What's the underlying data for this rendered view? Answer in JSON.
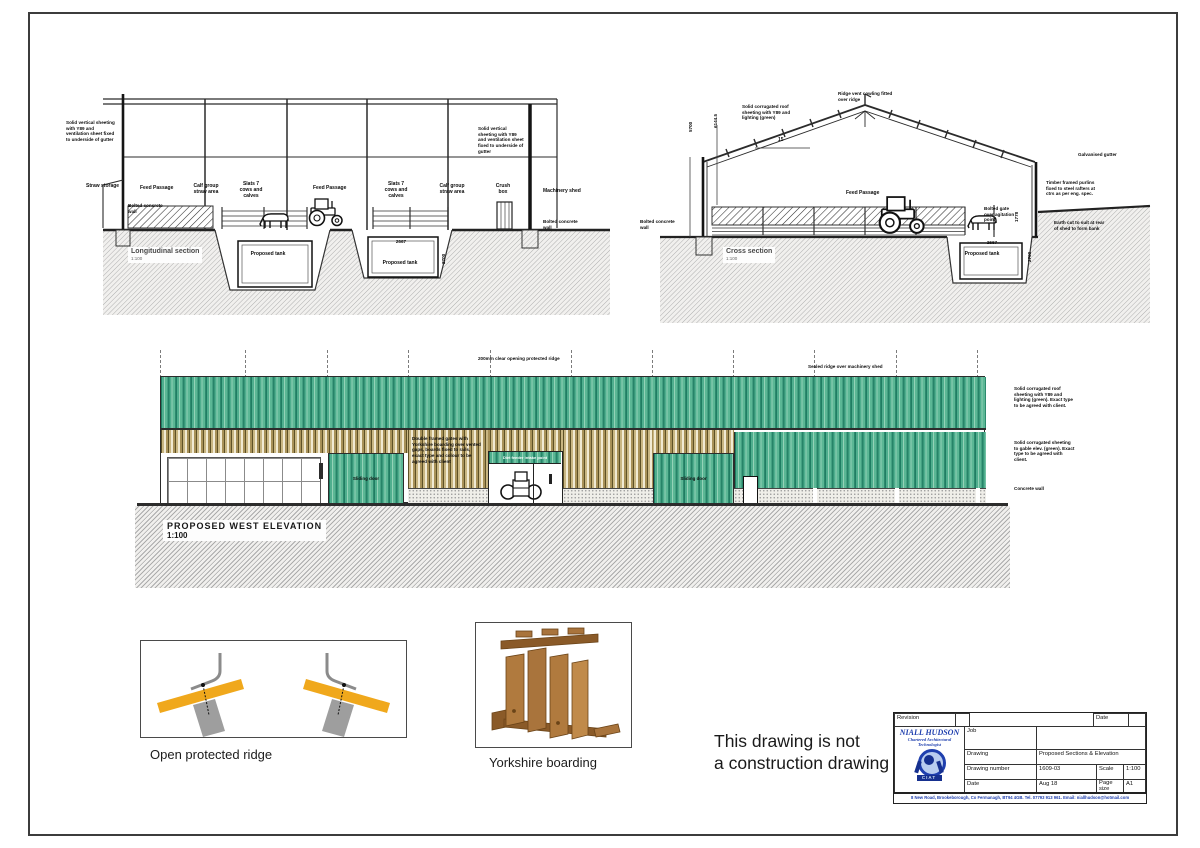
{
  "long_section": {
    "name": "Longitudinal section",
    "scale": "1:100",
    "note_left": "Solid vertical sheeting with Y89 and ventilation sheet fixed to underside of gutter",
    "note_right": "Solid vertical sheeting with Y89 and ventilation sheet fixed to underside of gutter",
    "labels": {
      "straw_storage": "Straw storage",
      "feed_passage_1": "Feed Passage",
      "calf_group_1": "Calf group straw area",
      "slats_1": "Slats 7 cows and calves",
      "feed_passage_2": "Feed Passage",
      "slats_2": "Slats 7 cows and calves",
      "calf_group_2": "Calf group straw area",
      "crush": "Crush box",
      "machinery_shed": "Machinery shed",
      "concrete_wall_1": "Bolted concrete wall",
      "concrete_wall_2": "Bolted concrete wall",
      "tank_1": "Proposed tank",
      "tank_2": "Proposed tank",
      "tank_width": "2667",
      "tank_depth": "2700"
    }
  },
  "cross_section": {
    "name": "Cross section",
    "scale": "1:100",
    "labels": {
      "feed_passage": "Feed Passage",
      "tank": "Proposed tank",
      "tank_width": "2667",
      "tank_depth": "2700",
      "gate_height": "1778",
      "wall_height": "5700",
      "eaves_height": "6144.5",
      "roof_pitch": "15",
      "concrete_wall": "Bolted concrete wall",
      "bolted_gate": "Bolted gate over agitation point"
    },
    "notes": {
      "roof": "Solid corrugated roof sheeting with Y89 and lighting (green)",
      "ridge": "Ridge vent cowling fitted over ridge",
      "gutter": "Galvanised gutter",
      "purlins": "Timber framed purlins fixed to steel rafters at ctrs as per eng. spec.",
      "earth": "Earth cut to suit at rear of shed to form bank"
    }
  },
  "elevation": {
    "title": "PROPOSED WEST ELEVATION",
    "scale": "1:100",
    "notes": {
      "protected_ridge": "200mm clear opening protected ridge",
      "sealed_ridge": "Sealed ridge over machinery shed",
      "roof_sheeting": "Solid corrugated roof sheeting with Y89 and lighting (green). Exact type to be agreed with client.",
      "wall_sheeting": "Solid corrugated sheeting to gable elev. (green). Exact type to be agreed with client.",
      "concrete_wall": "Concrete wall",
      "boarding_note": "Double framed gates with Yorkshire boarding over vented gaps, boards fixed to rails, exact type and colour to be agreed with client"
    },
    "labels": {
      "sliding_door_1": "Sliding door",
      "sliding_door_2": "Sliding door",
      "intake": "Diet feeder intake point"
    }
  },
  "details": {
    "open_ridge_caption": "Open protected ridge",
    "yorkshire_caption": "Yorkshire boarding"
  },
  "disclaimer": {
    "line1": "This drawing is not",
    "line2": "a construction drawing"
  },
  "title_block": {
    "revision_label": "Revision",
    "date_top_label": "Date",
    "company": "NIALL HUDSON",
    "company_sub": "Chartered Architectural Technologist",
    "logo_text": "CIAT",
    "rows": {
      "job_label": "Job",
      "job_value": "",
      "drawing_label": "Drawing",
      "drawing_value": "Proposed Sections & Elevation",
      "number_label": "Drawing number",
      "number_value": "1609-03",
      "scale_label": "Scale",
      "scale_value": "1:100",
      "date_label": "Date",
      "date_value": "Aug 18",
      "page_label": "Page size",
      "page_value": "A1"
    },
    "address": "8 New Road, Brookeborough, Co Fermanagh, BT94 4GB.  Tel. 07793 913 961.  Email: niallhudson@hotmail.com"
  },
  "colors": {
    "cladding_green_dark": "#2d8a6e",
    "cladding_green_light": "#93d2b7",
    "boarding_tan": "#c9b682",
    "ridge_sheet_yellow": "#f0a81c",
    "purlin_grey": "#9e9e9e",
    "board_brown": "#a9743c",
    "logo_blue": "#1f3fae"
  }
}
